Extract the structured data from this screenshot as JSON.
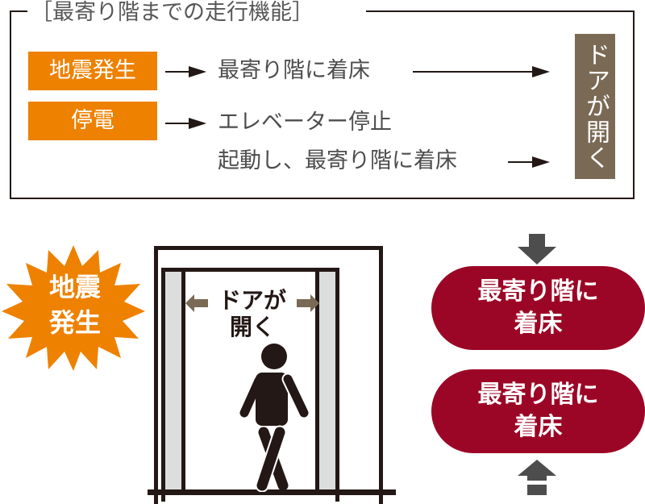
{
  "panel": {
    "title": "［最寄り階までの走行機能］",
    "rows": [
      {
        "tag": "地震発生",
        "result": "最寄り階に着床"
      },
      {
        "tag": "停電",
        "result_line1": "エレベーター停止",
        "result_line2": "起動し、最寄り階に着床"
      }
    ],
    "outcome": "ドアが開く"
  },
  "illustration": {
    "burst_label_line1": "地震",
    "burst_label_line2": "発生",
    "door_label_line1": "ドアが",
    "door_label_line2": "開く",
    "pill_top_line1": "最寄り階に",
    "pill_top_line2": "着床",
    "pill_bottom_line1": "最寄り階に",
    "pill_bottom_line2": "着床"
  },
  "colors": {
    "orange": "#ee8100",
    "brown": "#7a6a55",
    "crimson": "#9c0626",
    "dark": "#231815",
    "gray_arrow": "#4d4d4d",
    "door_panel": "#dcdddd"
  }
}
